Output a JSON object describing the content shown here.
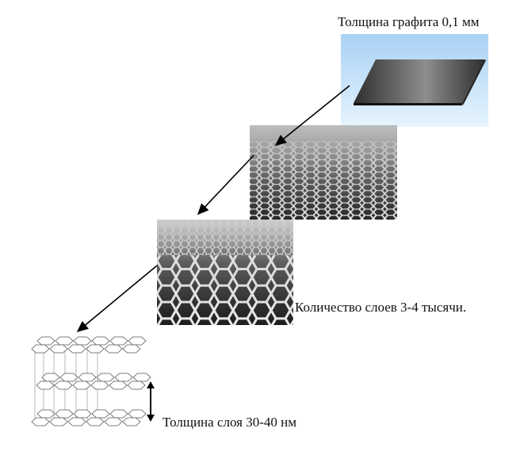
{
  "labels": {
    "graphite_thickness": "Толщина графита 0,1 мм",
    "layer_count": "Количество слоев 3-4 тысячи.",
    "layer_thickness": "Толщина слоя 30-40 нм"
  },
  "colors": {
    "sky_top": "#a9d1f5",
    "sky_bottom": "#e6f4fd",
    "plate": "#5a5a5a"
  }
}
